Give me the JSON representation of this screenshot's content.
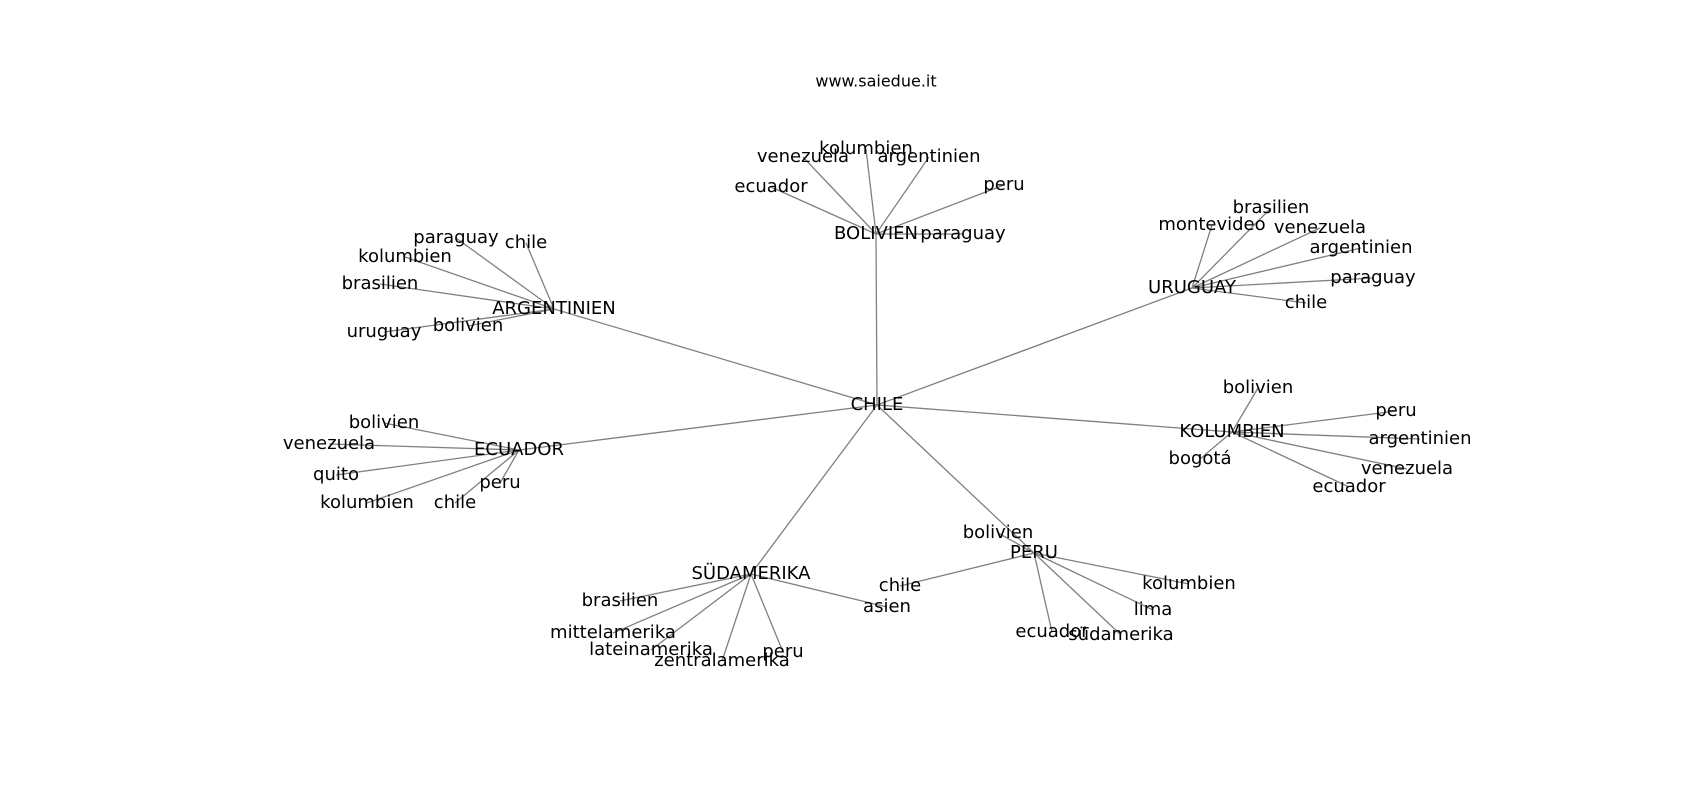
{
  "title": "www.saiedue.it",
  "center": "CHILE",
  "hubs": [
    {
      "label": "BOLIVIEN",
      "leaves": [
        "venezuela",
        "kolumbien",
        "argentinien",
        "ecuador",
        "peru",
        "paraguay"
      ]
    },
    {
      "label": "URUGUAY",
      "leaves": [
        "brasilien",
        "montevideo",
        "venezuela",
        "argentinien",
        "paraguay",
        "chile"
      ]
    },
    {
      "label": "ARGENTINIEN",
      "leaves": [
        "paraguay",
        "chile",
        "kolumbien",
        "brasilien",
        "bolivien",
        "uruguay"
      ]
    },
    {
      "label": "KOLUMBIEN",
      "leaves": [
        "bolivien",
        "peru",
        "argentinien",
        "bogotá",
        "venezuela",
        "ecuador"
      ]
    },
    {
      "label": "ECUADOR",
      "leaves": [
        "bolivien",
        "venezuela",
        "quito",
        "peru",
        "kolumbien",
        "chile"
      ]
    },
    {
      "label": "PERU",
      "leaves": [
        "bolivien",
        "chile",
        "kolumbien",
        "lima",
        "ecuador",
        "südamerika"
      ]
    },
    {
      "label": "SÜDAMERIKA",
      "leaves": [
        "brasilien",
        "asien",
        "mittelamerika",
        "lateinamerika",
        "peru",
        "zentralamerika"
      ]
    }
  ]
}
